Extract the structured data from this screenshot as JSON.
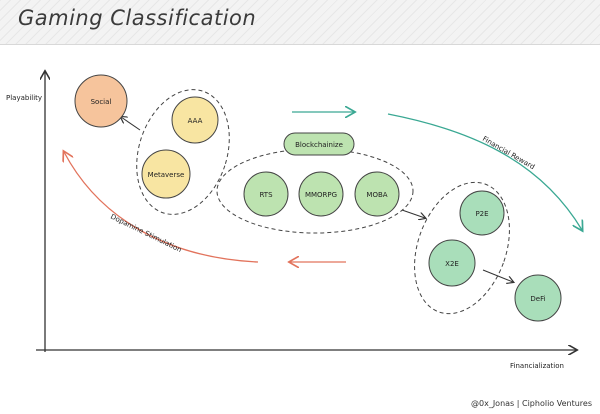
{
  "title": "Gaming Classification",
  "axes": {
    "y_label": "Playability",
    "x_label": "Financialization"
  },
  "nodes": {
    "social": "Social",
    "aaa": "AAA",
    "metaverse": "Metaverse",
    "blockchainize": "Blockchainize",
    "rts": "RTS",
    "mmorpg": "MMORPG",
    "moba": "MOBA",
    "p2e": "P2E",
    "x2e": "X2E",
    "defi": "DeFi"
  },
  "annotations": {
    "financial_reward": "Financial Reward",
    "dopamine_stimulation": "Dopamine Stimulation"
  },
  "footer": "@0x_Jonas | Cipholio Ventures"
}
